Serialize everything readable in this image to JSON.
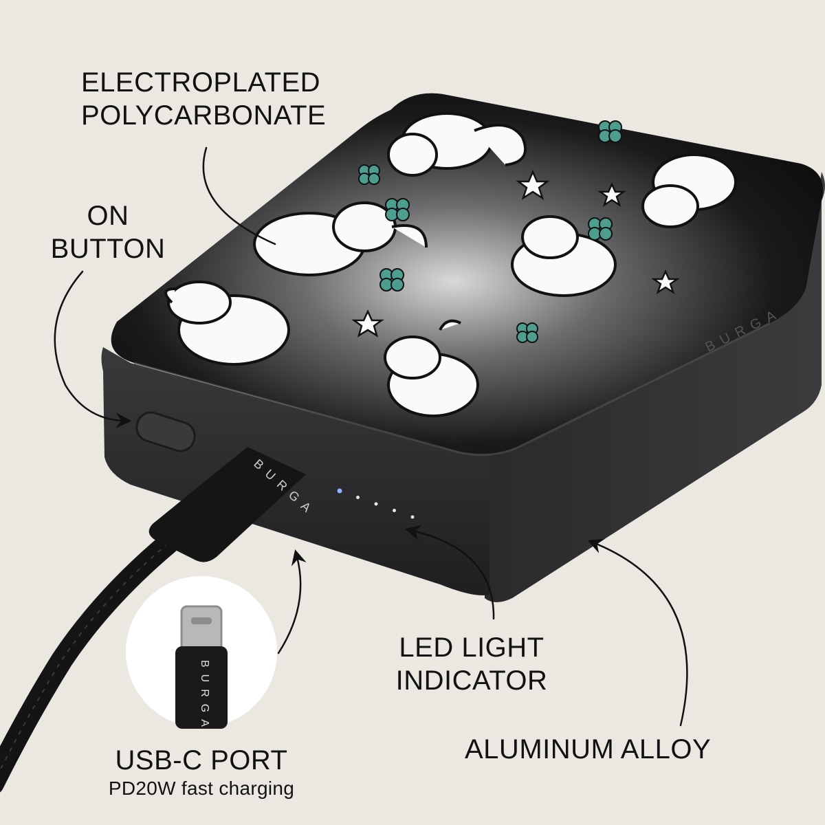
{
  "product": {
    "brand_mark": "BURGA",
    "colors": {
      "background": "#ebe8e2",
      "body": "#2b2b2d",
      "top_plate": "#131314",
      "clover": "#4e9e8f",
      "led": "#8fb4ff"
    },
    "led_count": 5
  },
  "callouts": {
    "top_material": {
      "line1": "ELECTROPLATED",
      "line2": "POLYCARBONATE"
    },
    "on_button": {
      "line1": "ON",
      "line2": "BUTTON"
    },
    "led": {
      "line1": "LED LIGHT",
      "line2": "INDICATOR"
    },
    "alloy": {
      "line1": "ALUMINUM ALLOY"
    },
    "usb_port": {
      "title": "USB-C PORT",
      "detail": "PD20W fast charging"
    }
  }
}
